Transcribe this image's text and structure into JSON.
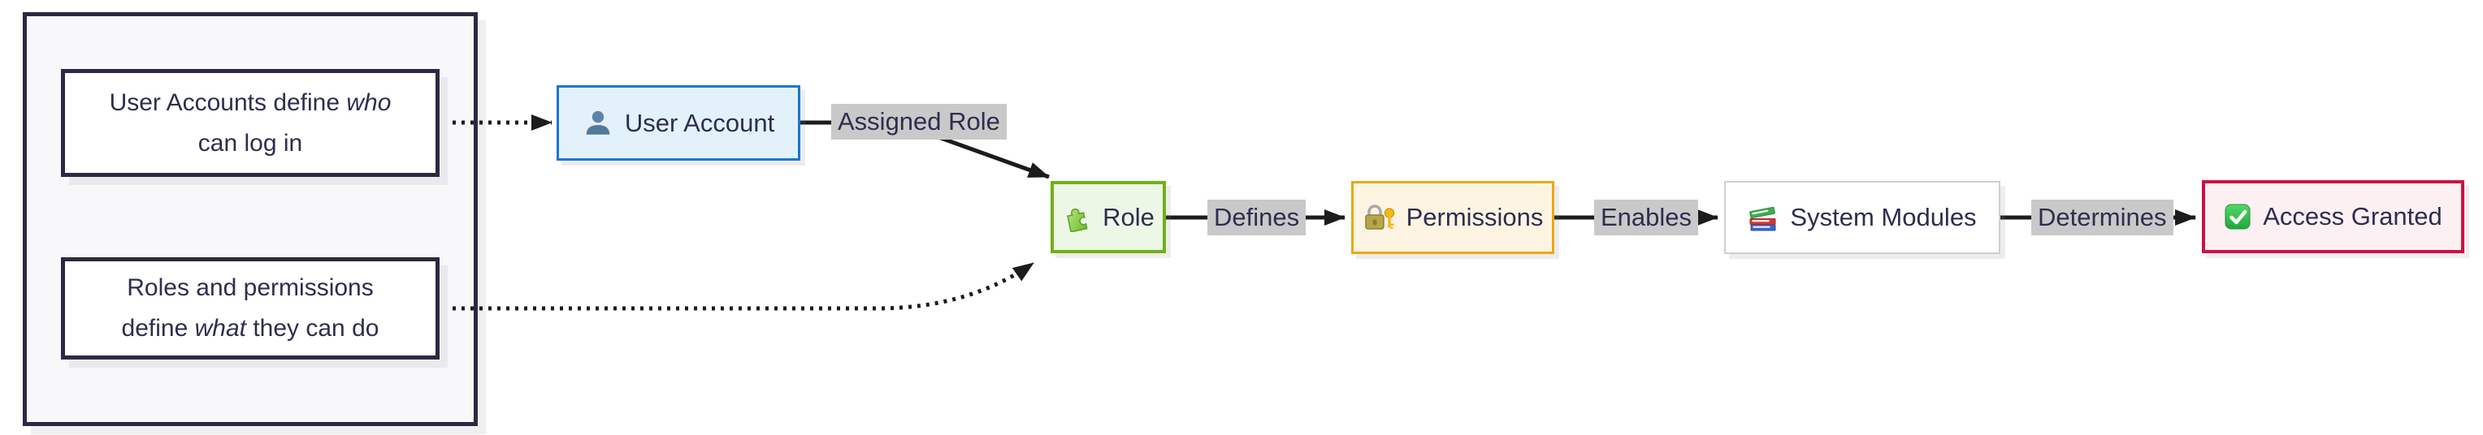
{
  "diagram": {
    "type": "flowchart",
    "background": "#ffffff",
    "annotation_panel": {
      "note1": {
        "line1_pre": "User Accounts define ",
        "line1_italic": "who",
        "line2": "can log in"
      },
      "note2": {
        "line1": "Roles and permissions",
        "line2_pre": "define ",
        "line2_italic": "what",
        "line2_post": " they can do"
      }
    },
    "nodes": {
      "user_account": {
        "label": "User Account",
        "icon": "user-icon",
        "fill": "#e3f1fb",
        "border": "#1878cd"
      },
      "role": {
        "label": "Role",
        "icon": "puzzle-icon",
        "fill": "#edf7e6",
        "border": "#6fb118"
      },
      "permissions": {
        "label": "Permissions",
        "icon": "lock-key-icon",
        "fill": "#fdf4e2",
        "border": "#eda810"
      },
      "system_modules": {
        "label": "System Modules",
        "icon": "books-icon",
        "fill": "#ffffff",
        "border": "#cfcfcf"
      },
      "access_granted": {
        "label": "Access Granted",
        "icon": "check-icon",
        "fill": "#fdf0f2",
        "border": "#ce1141"
      }
    },
    "edge_labels": {
      "assigned_role": "Assigned Role",
      "defines": "Defines",
      "enables": "Enables",
      "determines": "Determines"
    },
    "edges": [
      {
        "from": "note1",
        "to": "user_account",
        "style": "dotted"
      },
      {
        "from": "note2",
        "to": "role",
        "style": "dotted"
      },
      {
        "from": "user_account",
        "to": "role",
        "label": "Assigned Role",
        "style": "solid"
      },
      {
        "from": "role",
        "to": "permissions",
        "label": "Defines",
        "style": "solid"
      },
      {
        "from": "permissions",
        "to": "system_modules",
        "label": "Enables",
        "style": "solid"
      },
      {
        "from": "system_modules",
        "to": "access_granted",
        "label": "Determines",
        "style": "solid"
      }
    ],
    "colors": {
      "text": "#2e2e50",
      "edge_line": "#1c1c1c",
      "edge_label_bg": "#c9c9c9",
      "panel_fill": "#f8f8fb",
      "panel_border": "#2a2a44",
      "note_fill": "#ffffff"
    }
  }
}
